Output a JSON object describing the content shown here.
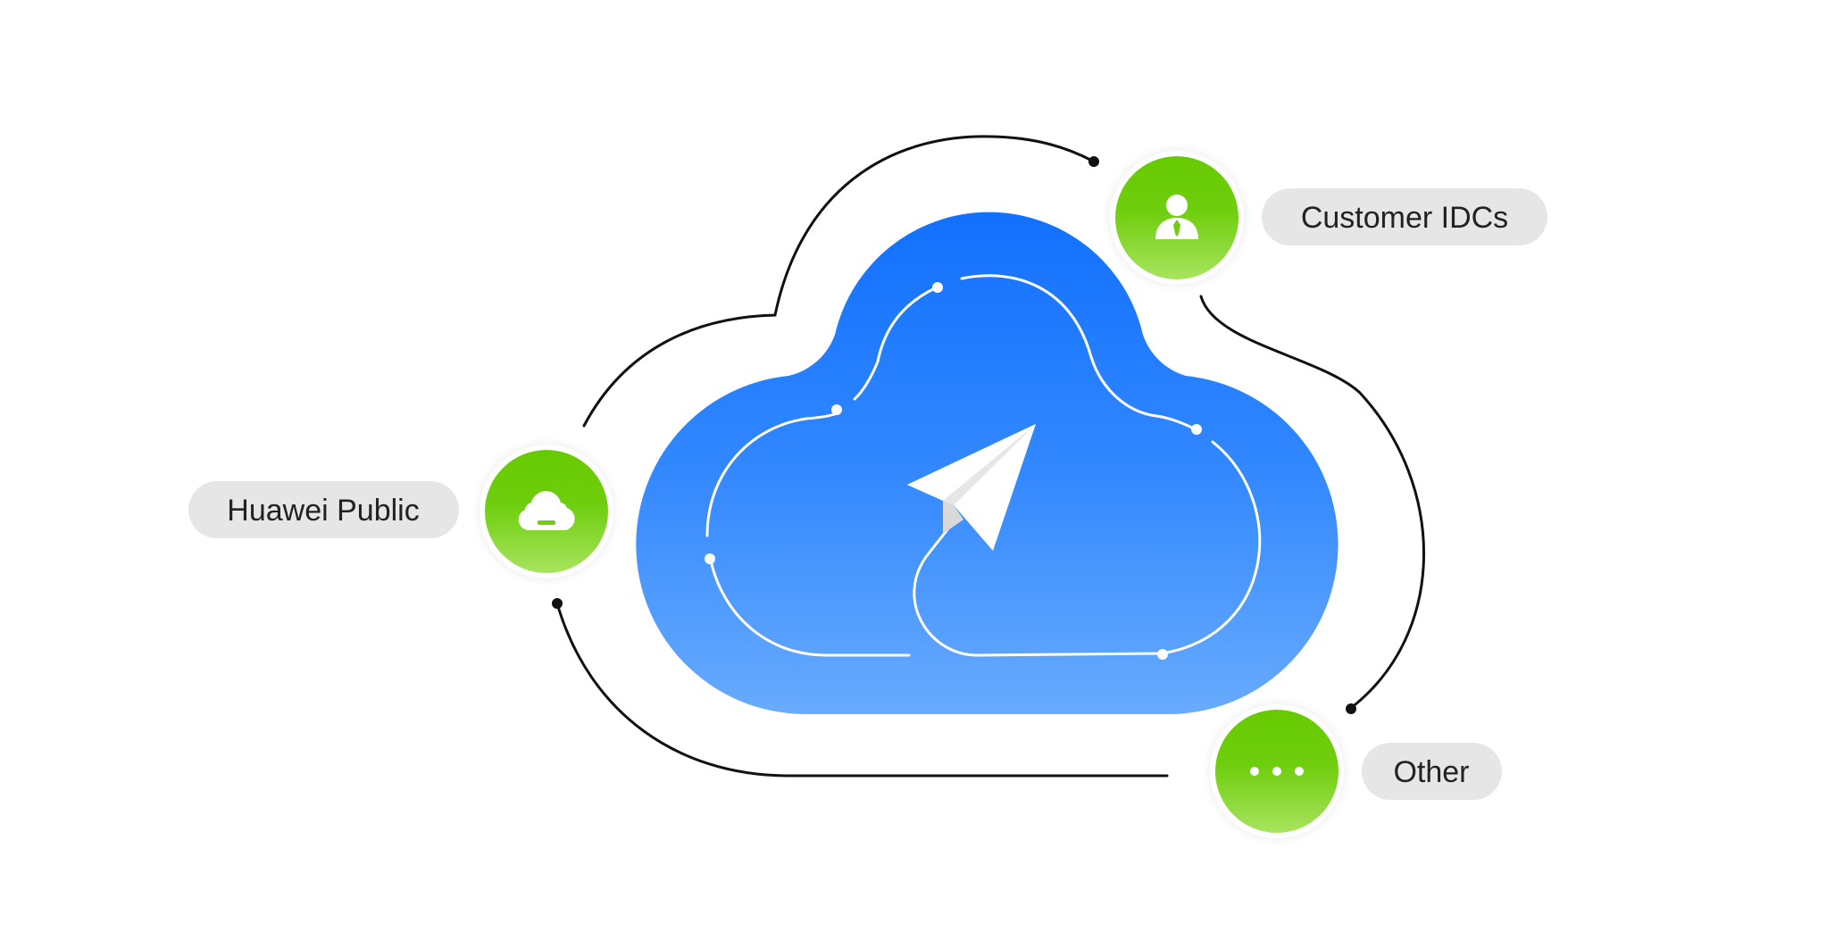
{
  "diagram": {
    "nodes": [
      {
        "id": "huawei-public",
        "label": "Huawei Public",
        "icon": "cloud-icon"
      },
      {
        "id": "customer-idcs",
        "label": "Customer IDCs",
        "icon": "person-icon"
      },
      {
        "id": "other",
        "label": "Other",
        "icon": "ellipsis-icon"
      }
    ],
    "center_icon": "paper-plane-icon",
    "colors": {
      "cloud_top": "#1574FD",
      "cloud_bottom": "#66AAFE",
      "node_top": "#67CB00",
      "node_bottom": "#A6E35C",
      "pill_bg": "#E6E6E6",
      "line": "#111111"
    }
  }
}
